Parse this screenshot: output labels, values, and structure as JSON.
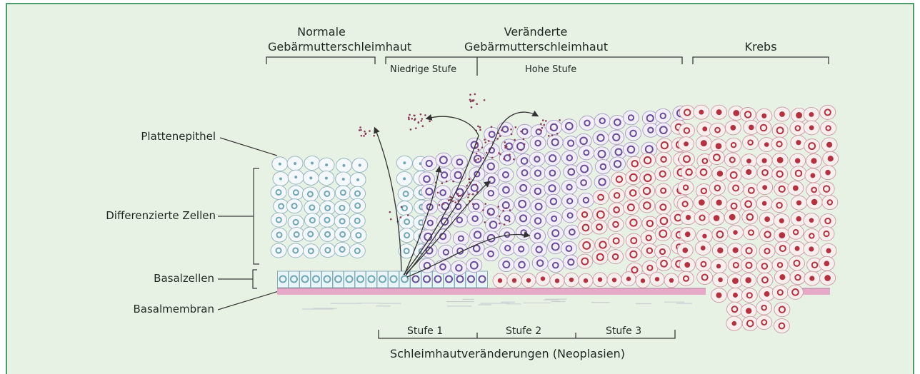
{
  "headers": {
    "normal_line1": "Normale",
    "normal_line2": "Gebärmutterschleimhaut",
    "changed_line1": "Veränderte",
    "changed_line2": "Gebärmutterschleimhaut",
    "cancer": "Krebs",
    "low_grade": "Niedrige Stufe",
    "high_grade": "Hohe Stufe"
  },
  "side_labels": {
    "squamous": "Plattenepithel",
    "differentiated": "Differenzierte Zellen",
    "basal_cells": "Basalzellen",
    "basal_membrane": "Basalmembran"
  },
  "stages": {
    "stage1": "Stufe 1",
    "stage2": "Stufe 2",
    "stage3": "Stufe 3",
    "caption": "Schleimhautveränderungen (Neoplasien)"
  },
  "colors": {
    "frame_border": "#4f9a6a",
    "background": "#e7f1e4",
    "normal_nucleus": "#6fa7b8",
    "dysplastic_nucleus": "#6a4d9a",
    "cancer_nucleus": "#b2333f",
    "membrane": "#e6a9c7"
  }
}
